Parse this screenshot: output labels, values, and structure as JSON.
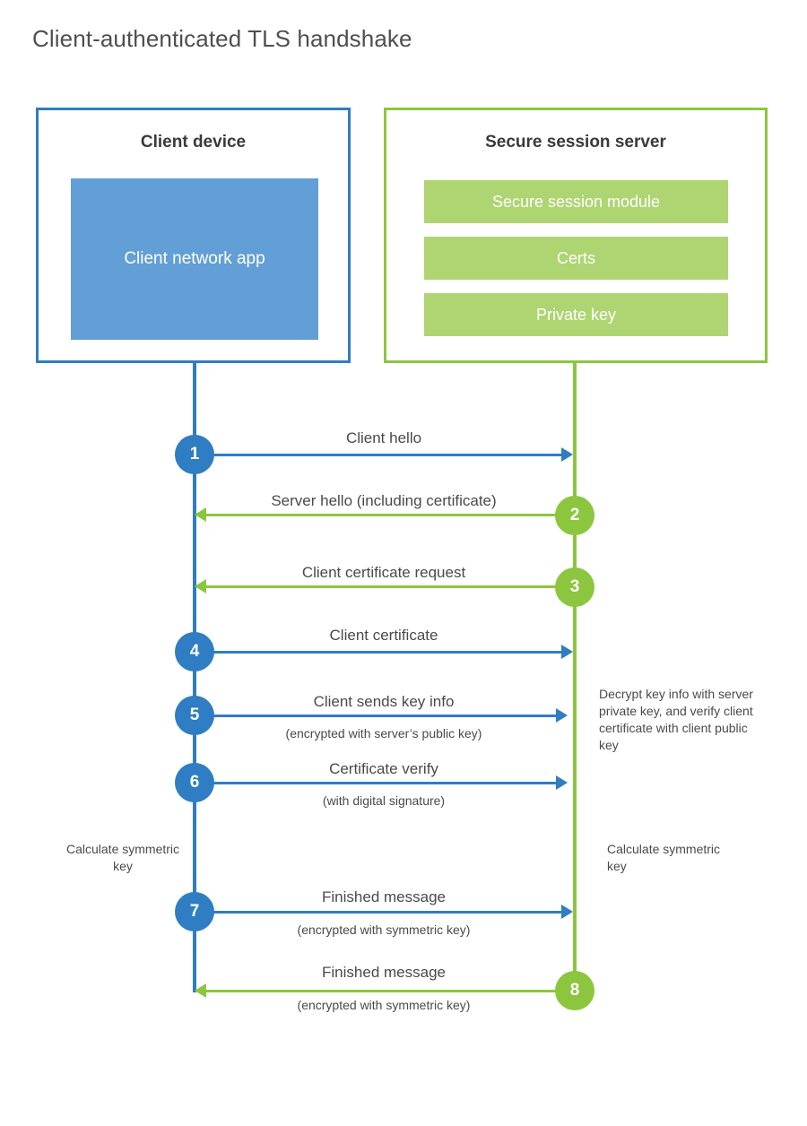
{
  "title": "Client-authenticated TLS handshake",
  "colors": {
    "client_blue": "#2f7dc2",
    "client_app_fill": "#629fd6",
    "server_green": "#8cc63e",
    "server_bar_fill": "#aed572",
    "text": "#4a4a4a",
    "background": "#ffffff"
  },
  "parties": {
    "client": {
      "title": "Client device",
      "app_label": "Client network app"
    },
    "server": {
      "title": "Secure session server",
      "components": [
        "Secure session module",
        "Certs",
        "Private key"
      ]
    }
  },
  "steps": [
    {
      "number": "1",
      "label": "Client hello",
      "sub": "",
      "direction": "client-to-server",
      "color": "blue"
    },
    {
      "number": "2",
      "label": "Server hello (including certificate)",
      "sub": "",
      "direction": "server-to-client",
      "color": "green"
    },
    {
      "number": "3",
      "label": "Client certificate request",
      "sub": "",
      "direction": "server-to-client",
      "color": "green"
    },
    {
      "number": "4",
      "label": "Client certificate",
      "sub": "",
      "direction": "client-to-server",
      "color": "blue"
    },
    {
      "number": "5",
      "label": "Client sends key info",
      "sub": "(encrypted with server’s public key)",
      "direction": "client-to-server",
      "color": "blue"
    },
    {
      "number": "6",
      "label": "Certificate verify",
      "sub": "(with digital signature)",
      "direction": "client-to-server",
      "color": "blue"
    },
    {
      "number": "7",
      "label": "Finished message",
      "sub": "(encrypted with symmetric key)",
      "direction": "client-to-server",
      "color": "blue"
    },
    {
      "number": "8",
      "label": "Finished message",
      "sub": "(encrypted with symmetric key)",
      "direction": "server-to-client",
      "color": "green"
    }
  ],
  "annotations": {
    "server_decrypt": "Decrypt key info with server private key, and verify client certificate with client public key",
    "client_calculate": "Calculate symmetric key",
    "server_calculate": "Calculate symmetric key"
  }
}
